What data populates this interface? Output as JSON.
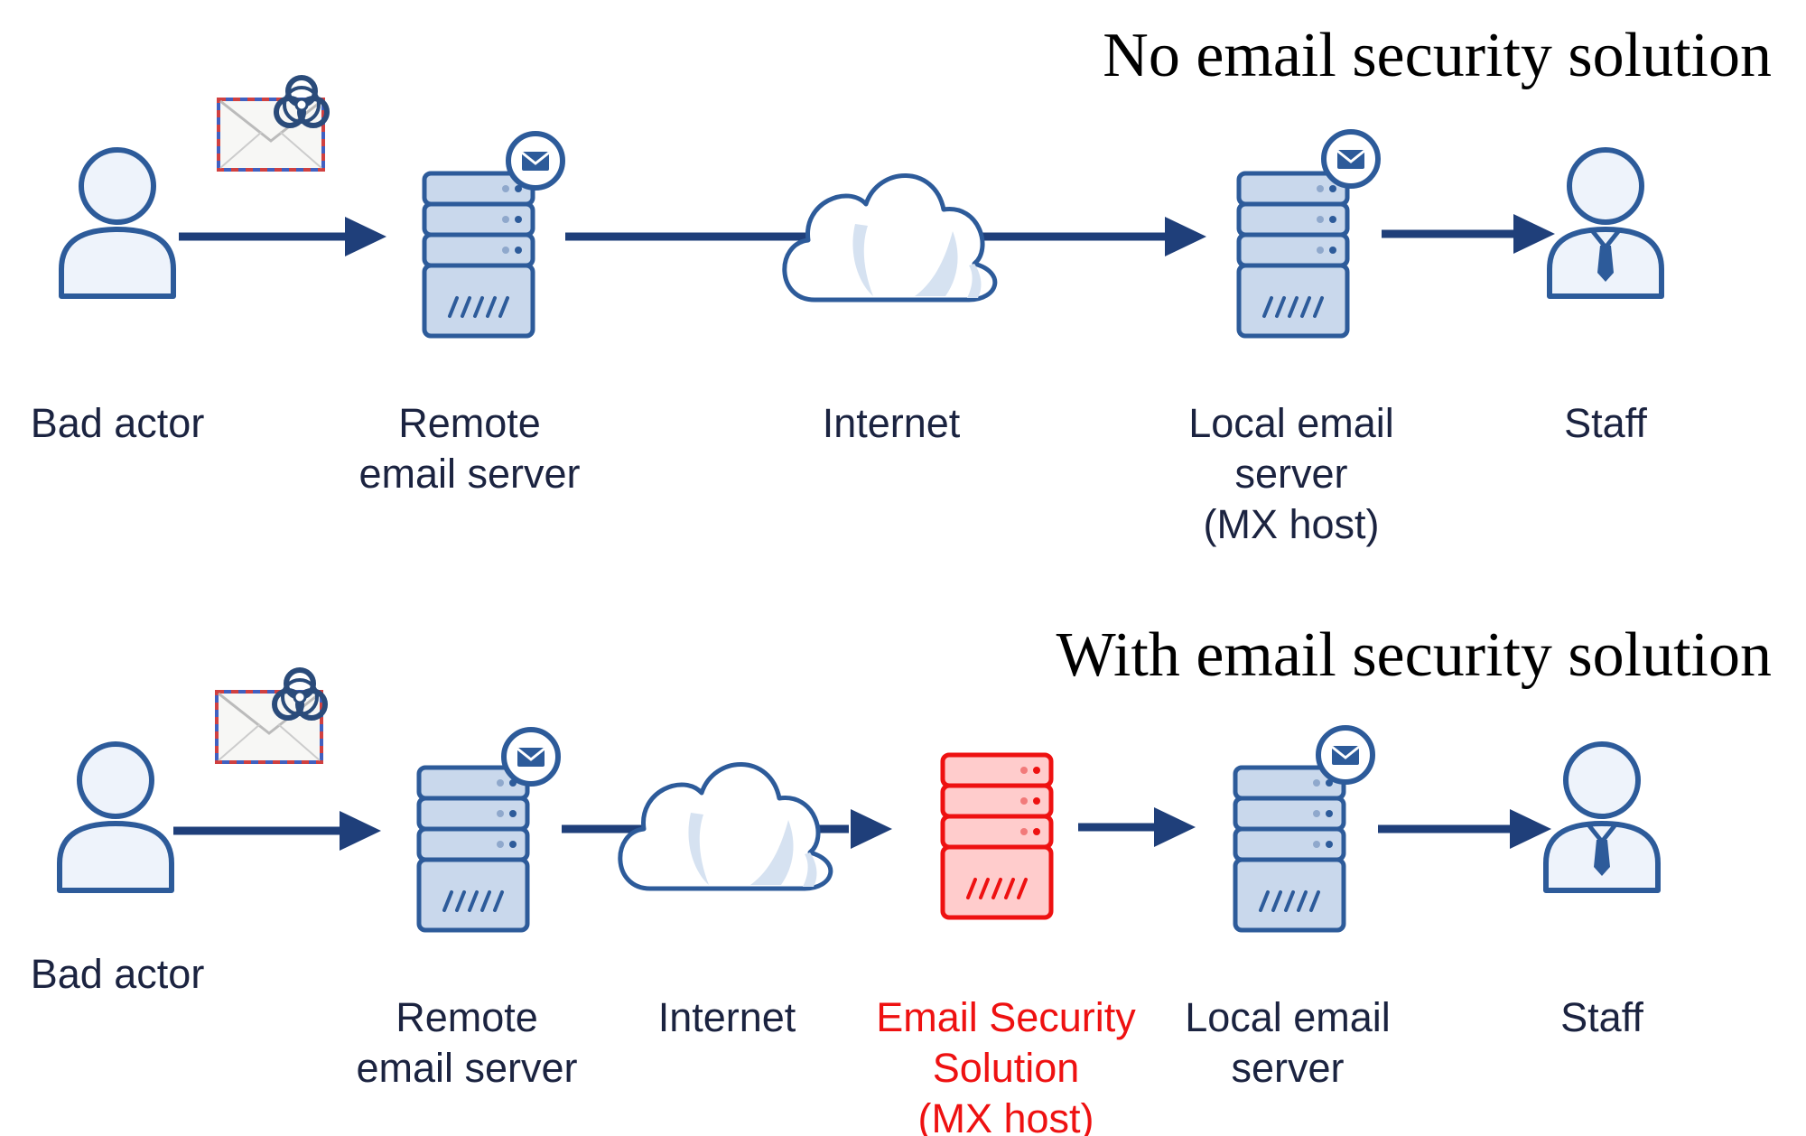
{
  "colors": {
    "arrow": "#1f3f7a",
    "icon_stroke": "#2d5b9a",
    "icon_fill": "#eef3fb",
    "server_fill": "#c9d8ec",
    "highlight": "#ee1111",
    "highlight_fill": "#ffcccc",
    "label": "#1b2340"
  },
  "icons": {
    "person": "person-icon",
    "staff": "staff-icon",
    "server": "server-icon",
    "mail_badge": "mail-badge-icon",
    "cloud": "cloud-icon",
    "malicious_email": "biohazard-envelope-icon",
    "security_server": "security-server-icon"
  },
  "diagrams": {
    "no_solution": {
      "title": "No email security solution",
      "bad_actor": "Bad actor",
      "remote_line1": "Remote",
      "remote_line2": "email server",
      "internet": "Internet",
      "local_line1": "Local email",
      "local_line2": "server",
      "local_line3": "(MX host)",
      "staff": "Staff"
    },
    "with_solution": {
      "title": "With email security solution",
      "bad_actor": "Bad actor",
      "remote_line1": "Remote",
      "remote_line2": "email server",
      "internet": "Internet",
      "security_line1": "Email Security",
      "security_line2": "Solution",
      "security_line3": "(MX host)",
      "local_line1": "Local email",
      "local_line2": "server",
      "staff": "Staff"
    }
  }
}
